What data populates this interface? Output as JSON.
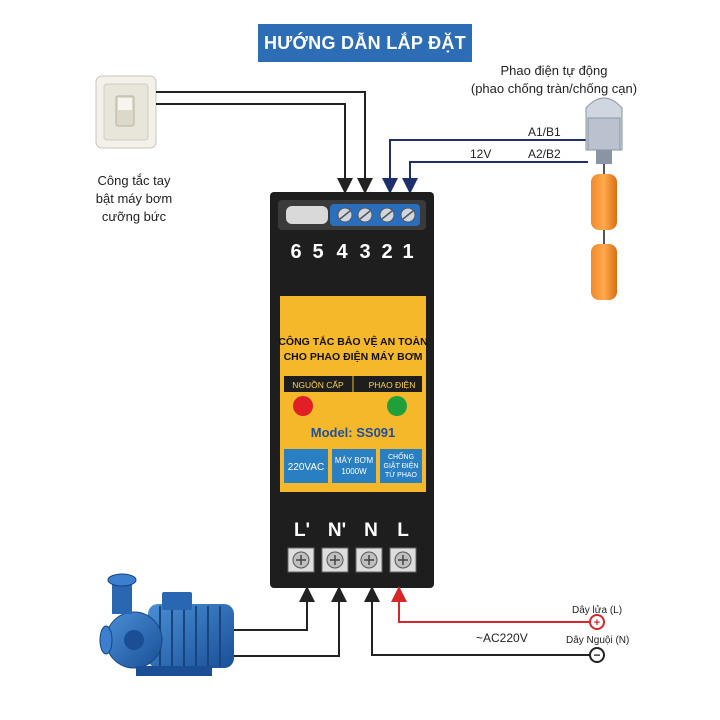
{
  "title": "HƯỚNG DẪN LẮP ĐẶT",
  "switch_label": [
    "Công tắc tay",
    "bật máy bơm",
    "cưỡng bức"
  ],
  "float_label": [
    "Phao điện tự động",
    "(phao chống tràn/chống cạn)"
  ],
  "wire_labels": {
    "a1b1": "A1/B1",
    "a2b2": "A2/B2",
    "v12": "12V",
    "ac": "~AC220V",
    "live": "Dây lửa (L)",
    "neutral": "Dây Nguội (N)",
    "plus": "+",
    "minus": "−"
  },
  "device": {
    "top_terminals": [
      "6",
      "5",
      "4",
      "3",
      "2",
      "1"
    ],
    "panel_title": [
      "CÔNG TẮC BẢO VỆ AN TOÀN",
      "CHO PHAO ĐIỆN MÁY BƠM"
    ],
    "indicator_power": "NGUỒN CẤP",
    "indicator_float": "PHAO ĐIỆN",
    "model": "Model: SS091",
    "spec_voltage": "220VAC",
    "spec_pump": [
      "MÁY BƠM",
      "1000W"
    ],
    "spec_feature": [
      "CHỐNG",
      "GIẬT ĐIỆN",
      "TỪ PHAO"
    ],
    "bottom_terminals": [
      "L'",
      "N'",
      "N",
      "L"
    ]
  },
  "colors": {
    "title_bg": "#2d6db5",
    "panel_yellow": "#f5b82a",
    "spec_blue": "#2a7fc2",
    "led_red": "#e21f26",
    "led_green": "#1fa03a",
    "live_wire": "#d62828",
    "float_wire": "#1f2f6b"
  }
}
